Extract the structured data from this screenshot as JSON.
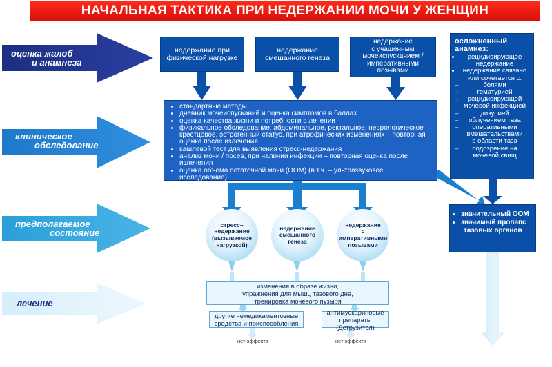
{
  "title": "НАЧАЛЬНАЯ ТАКТИКА ПРИ НЕДЕРЖАНИИ МОЧИ У ЖЕНЩИН",
  "stages": {
    "assessment": [
      "оценка жалоб",
      "и анамнеза"
    ],
    "clinical": [
      "клиническое",
      "обследование"
    ],
    "presumed": [
      "предполагаемое",
      "состояние"
    ],
    "treatment": [
      "лечение"
    ]
  },
  "complaint_boxes": [
    [
      "недержание при",
      "физической нагрузке"
    ],
    [
      "недержание",
      "смешанного генеза"
    ],
    [
      "недержание",
      "с учащенным",
      "мочеиспусканием /",
      "императивными",
      "позывами"
    ]
  ],
  "clinical_items": [
    "стандартные методы",
    "дневник мочеиспусканий и оценка симптомов в баллах",
    "оценка качества жизни и потребности в лечении",
    "физикальное обследование: абдоминальное, ректальное, неврологическое крестцовое, эстрогенный статус, при атрофических изменениях – повторная оценка после излечения",
    "кашлевой тест для выявления стресс-недержания",
    "анализ мочи / посев, при наличии инфекции – повторная оценка после излечения",
    "оценка объема остаточной мочи (ООМ) (в т.ч. – ультразвуковое исследование)"
  ],
  "complicated": {
    "title": [
      "осложненный",
      "анамнез:"
    ],
    "items": [
      [
        "рецидивирующее",
        "недержание"
      ],
      [
        "недержание связано",
        "или сочетается с:"
      ],
      [
        "болями"
      ],
      [
        "гематурией"
      ],
      [
        "рецидивирующей",
        "мочевой инфекцией"
      ],
      [
        "дизурией"
      ],
      [
        "облучением таза"
      ],
      [
        "оперативными",
        "вмешательствами",
        "в области таза"
      ],
      [
        "подозрение на",
        "мочевой свищ"
      ]
    ]
  },
  "presumed_states": [
    [
      "стресс–",
      "недержание",
      "(вызываемое",
      "нагрузкой)"
    ],
    [
      "недержание",
      "смешанного",
      "генеза"
    ],
    [
      "недержание",
      "с императивными",
      "позывами"
    ]
  ],
  "result_items": [
    [
      "значительный ООМ"
    ],
    [
      "значимый пролапс",
      "тазовых органов"
    ]
  ],
  "treatment": {
    "lifestyle": [
      "изменения в образе жизни,",
      "упражнения для мышц тазового дна,",
      "тренировка мочевого пузыря"
    ],
    "non_drug": [
      "другие немедикаментозные",
      "средства и приспособления"
    ],
    "antimuscarinic": [
      "антимускариновые",
      "препараты (Детрузитол)"
    ],
    "no_effect_left": "нет эффекта",
    "no_effect_right": "нет эффекта"
  },
  "colors": {
    "title_red": "#e01a10",
    "dark_blue": "#0a4fa8",
    "mid_blue": "#1e63c4",
    "light_blue": "#eaf6fd",
    "navy_arrow": "#1d2f7a"
  }
}
